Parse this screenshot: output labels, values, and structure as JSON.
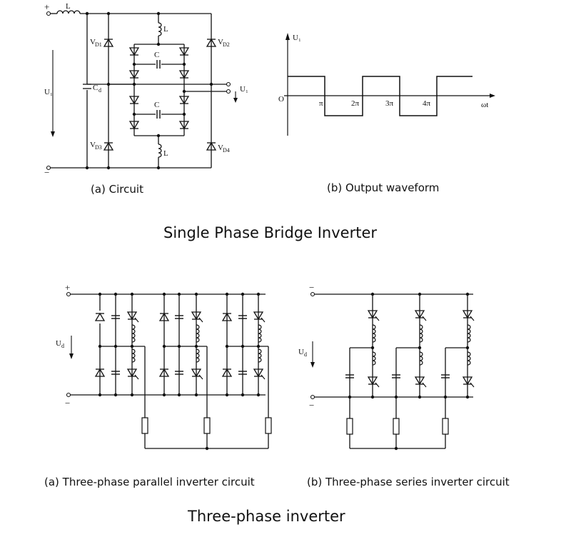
{
  "single_phase": {
    "title": "Single Phase Bridge Inverter",
    "caption_a": "(a) Circuit",
    "caption_b": "(b) Output waveform",
    "circuit_labels": {
      "plus": "+",
      "minus": "−",
      "L": "L",
      "U1": "U₁",
      "Cd": "C",
      "Cd_sub": "d",
      "C": "C",
      "VD1": "V",
      "VD1_sub": "D1",
      "VD2": "V",
      "VD2_sub": "D2",
      "VD3": "V",
      "VD3_sub": "D3",
      "VD4": "V",
      "VD4_sub": "D4",
      "out": "U₁"
    },
    "waveform_labels": {
      "y_axis": "U₁",
      "origin": "O",
      "ticks": [
        "π",
        "2π",
        "3π",
        "4π"
      ],
      "x_axis": "ωt"
    }
  },
  "three_phase": {
    "title": "Three-phase inverter",
    "caption_a": "(a) Three-phase parallel inverter circuit",
    "caption_b": "(b) Three-phase series inverter circuit",
    "labels": {
      "plus": "+",
      "minus": "−",
      "Ud": "U",
      "Ud_sub": "d"
    }
  }
}
